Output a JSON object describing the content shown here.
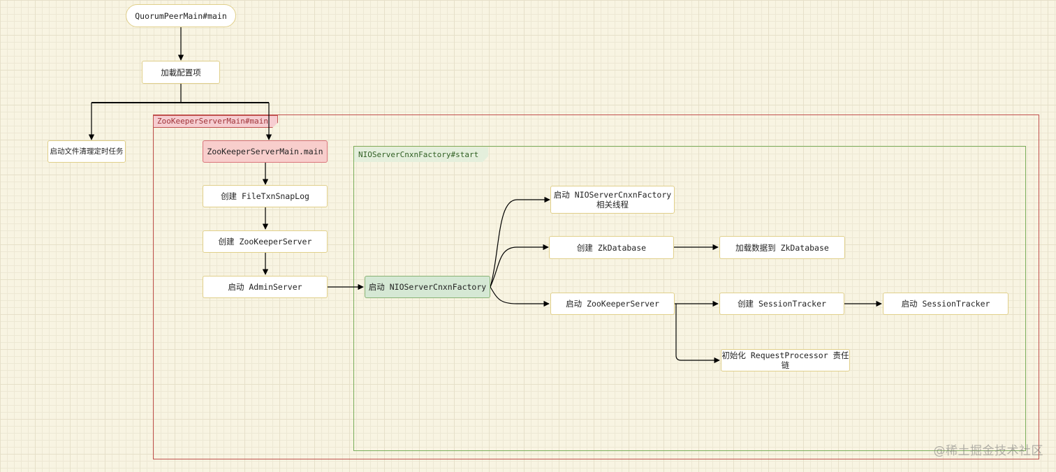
{
  "frames": {
    "outer_label": "ZooKeeperServerMain#main",
    "inner_label": "NIOServerCnxnFactory#start"
  },
  "nodes": {
    "quorum_main": "QuorumPeerMain#main",
    "load_config": "加載配置项",
    "cleanup_task": "启动文件清理定时任务",
    "zk_server_main": "ZooKeeperServerMain.main",
    "create_filetxn": "创建 FileTxnSnapLog",
    "create_zkserver": "创建 ZooKeeperServer",
    "start_admin": "启动 AdminServer",
    "start_nio": "启动 NIOServerCnxnFactory",
    "start_nio_threads": "启动 NIOServerCnxnFactory\n相关线程",
    "create_zkdb": "创建 ZkDatabase",
    "load_data": "加载数据到 ZkDatabase",
    "start_zkserver": "启动 ZooKeeperServer",
    "create_session_tracker": "创建 SessionTracker",
    "start_session_tracker": "启动 SessionTracker",
    "init_request_processor": "初始化 RequestProcessor 责任链"
  },
  "watermark": "@稀土掘金技术社区",
  "colors": {
    "outer_frame": "#c0504d",
    "inner_frame": "#7aae5a",
    "highlight_red": "#f8cecc",
    "highlight_green": "#d5e8d4"
  }
}
